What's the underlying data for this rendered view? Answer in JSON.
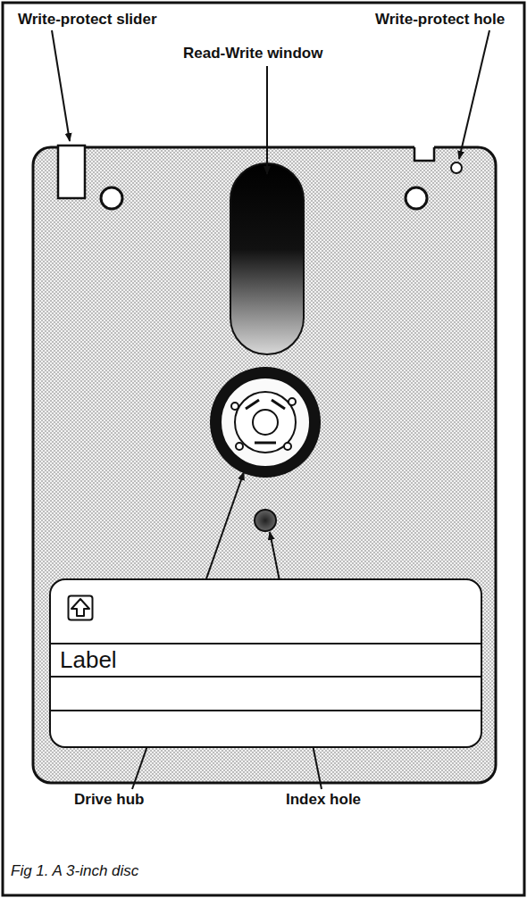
{
  "diagram": {
    "caption": "Fig 1. A 3-inch disc",
    "nodes": [
      {
        "text": [
          "Label"
        ]
      }
    ],
    "labels": [
      "Write-protect slider",
      "Write-protect hole",
      "Read-Write window",
      "Drive hub",
      "Index hole"
    ]
  }
}
